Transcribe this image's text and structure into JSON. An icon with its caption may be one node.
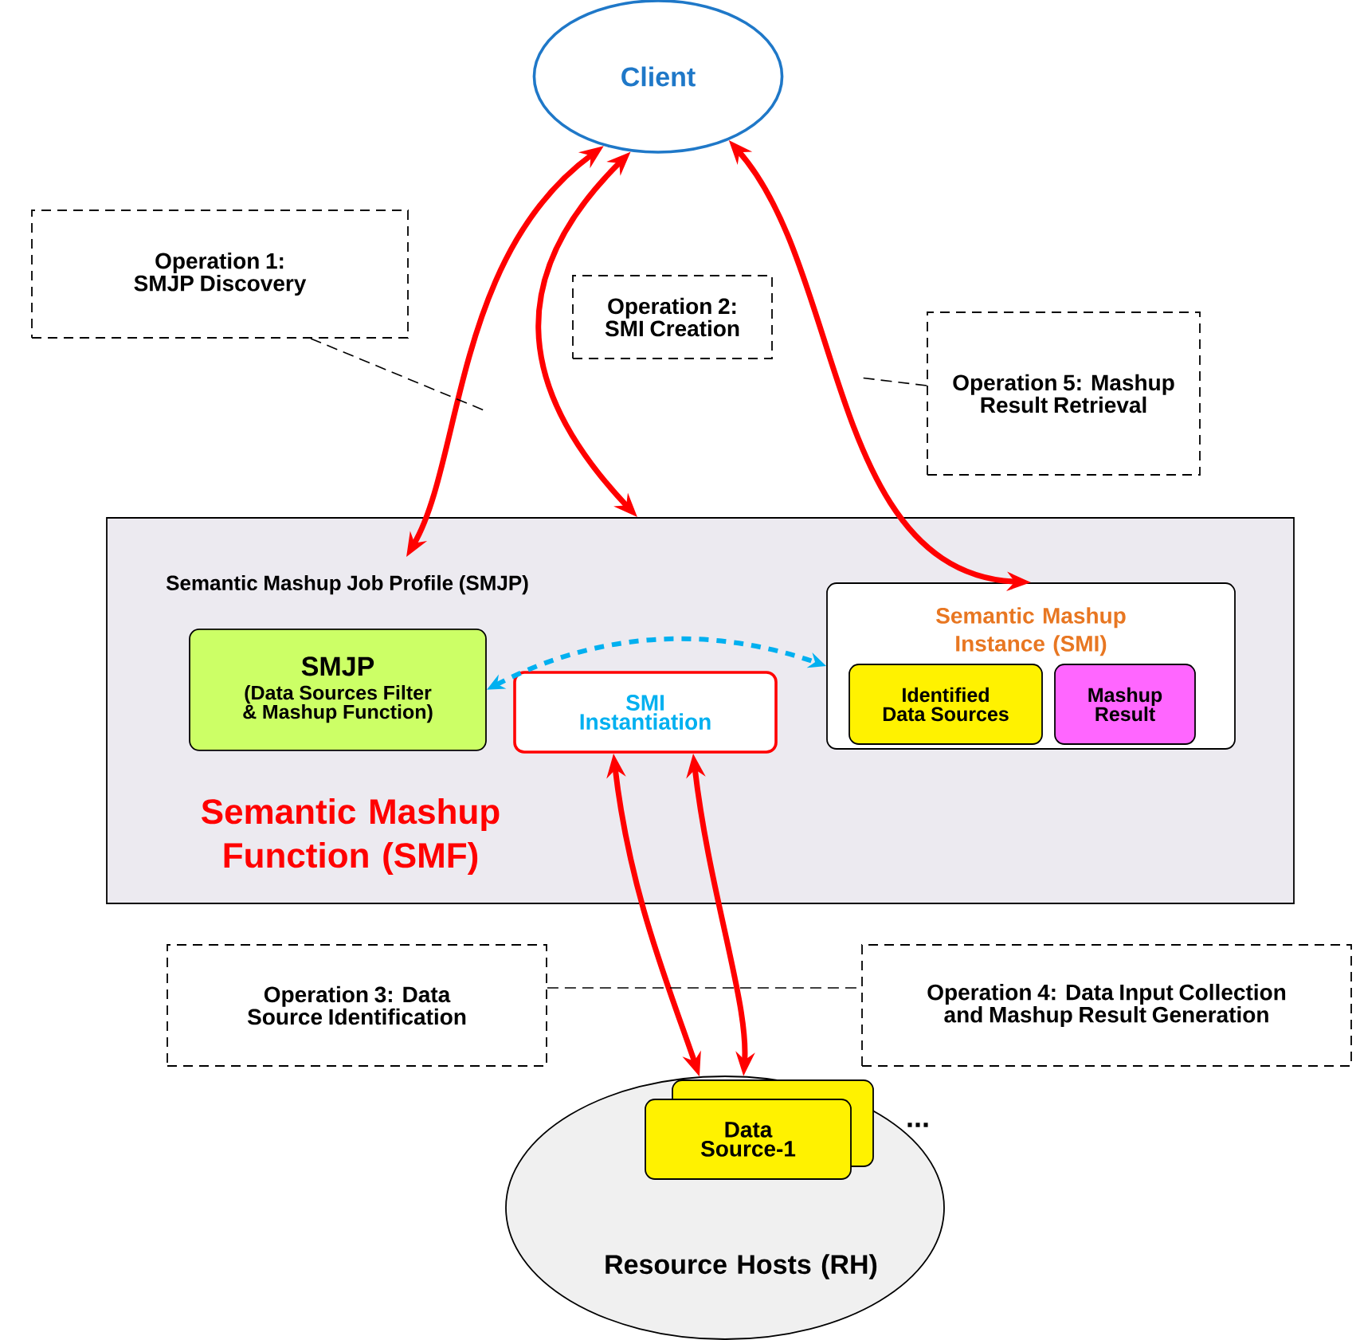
{
  "diagram": {
    "nodes": [
      {
        "text": [
          "Client"
        ]
      },
      {
        "text": [
          "Semantic Mashup Function (SMF)"
        ]
      },
      {
        "text": [
          "Semantic Mashup Job Profile (SMJP)",
          "SMJP",
          "(Data Sources Filter & Mashup Function)"
        ],
        "in": 1
      },
      {
        "text": [
          "SMI Instantiation"
        ],
        "in": 1
      },
      {
        "text": [
          "Semantic Mashup Instance (SMI)"
        ],
        "in": 1
      },
      {
        "text": [
          "Identified Data Sources"
        ],
        "in": 4
      },
      {
        "text": [
          "Mashup Result"
        ],
        "in": 4
      },
      {
        "text": [
          "Resource Hosts (RH)"
        ]
      },
      {
        "text": [],
        "shape": "box",
        "in": 7
      },
      {
        "text": [
          "Data Source-1"
        ],
        "in": 7
      },
      {
        "text": [
          "Operation 1: SMJP Discovery"
        ]
      },
      {
        "text": [
          "Operation 2: SMI Creation"
        ]
      },
      {
        "text": [
          "Operation 5: Mashup Result Retrieval"
        ]
      },
      {
        "text": [
          "Operation 3: Data Source Identification"
        ]
      },
      {
        "text": [
          "Operation 4: Data Input Collection and Mashup Result Generation"
        ]
      }
    ],
    "edges": [
      {
        "from": 0,
        "to": 2,
        "arrow": "both"
      },
      {
        "from": 0,
        "to": 1,
        "arrow": "both"
      },
      {
        "from": 0,
        "to": 4,
        "arrow": "both"
      },
      {
        "from": 2,
        "to": 4,
        "arrow": "both",
        "style": "dashed",
        "color": "#00b0f0"
      },
      {
        "from": 3,
        "to": 7,
        "arrow": "both"
      },
      {
        "from": 3,
        "to": 7,
        "arrow": "both"
      },
      {
        "from": 10,
        "to": null,
        "arrow": "none",
        "style": "dashed",
        "color": "#000000"
      },
      {
        "from": 12,
        "to": null,
        "arrow": "none",
        "style": "dashed",
        "color": "#000000"
      },
      {
        "from": 13,
        "to": 14,
        "arrow": "none",
        "style": "dashed",
        "color": "#000000"
      }
    ],
    "labels": [
      "..."
    ]
  }
}
